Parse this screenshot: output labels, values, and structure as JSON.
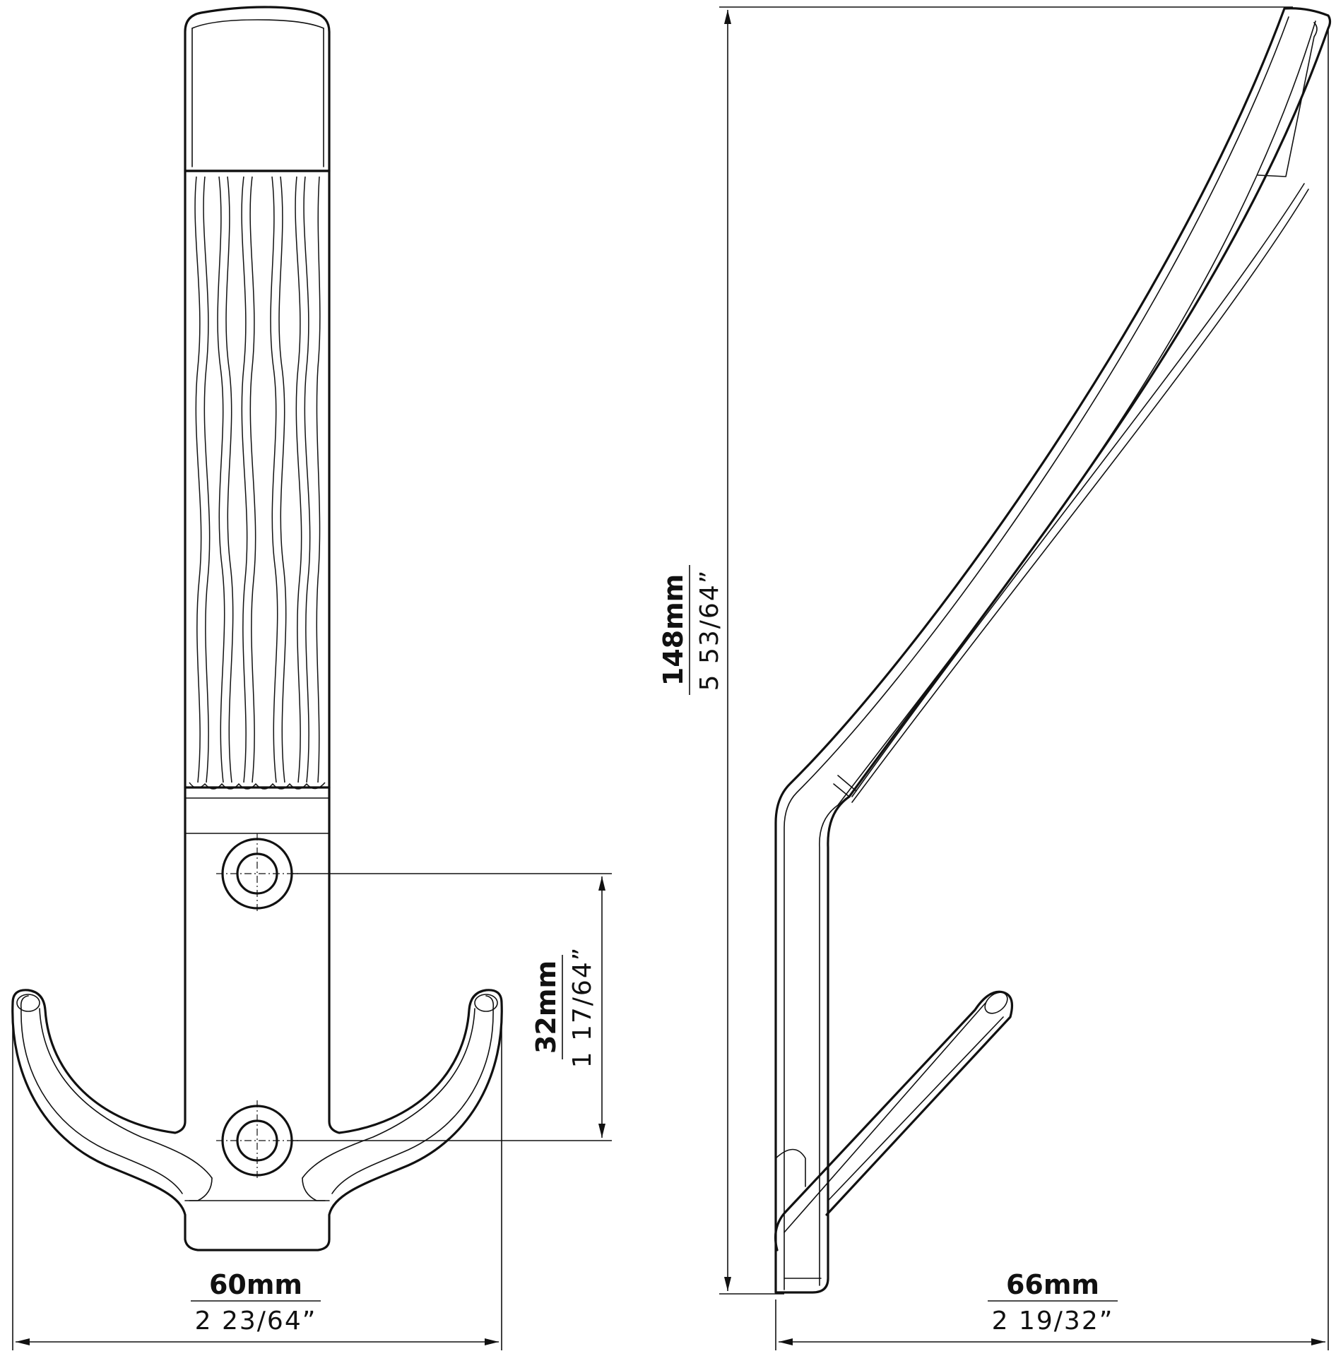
{
  "dimensions": {
    "front_width": {
      "mm": "60mm",
      "inch": "2  23/64”"
    },
    "hole_spacing": {
      "mm": "32mm",
      "inch": "1  17/64”"
    },
    "height": {
      "mm": "148mm",
      "inch": "5  53/64”"
    },
    "side_depth": {
      "mm": "66mm",
      "inch": "2  19/32”"
    }
  },
  "colors": {
    "line": "#111111",
    "background": "#ffffff"
  }
}
